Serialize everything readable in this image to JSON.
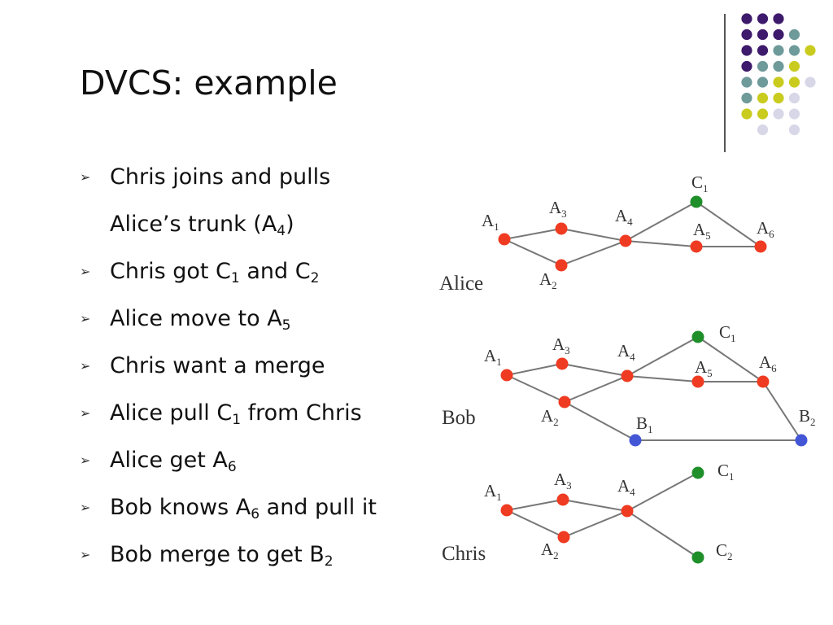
{
  "slide": {
    "title": "DVCS: example"
  },
  "decor": {
    "colors": {
      "purple": "#3d1a6b",
      "teal": "#6e9a9a",
      "yellow": "#c9cc1e",
      "lavender": "#d7d7e8"
    }
  },
  "bullets": [
    {
      "text": "Chris joins and pulls",
      "sub": "",
      "tail": ""
    },
    {
      "text": "Alice’s trunk (A",
      "sub": "4",
      "tail": ")",
      "continuation": true
    },
    {
      "text": "Chris got C",
      "sub": "1",
      "tail": " and C",
      "sub2": "2"
    },
    {
      "text": "Alice move to A",
      "sub": "5",
      "tail": ""
    },
    {
      "text": "Chris want a merge",
      "sub": "",
      "tail": ""
    },
    {
      "text": "Alice pull C",
      "sub": "1",
      "tail": " from Chris"
    },
    {
      "text": "Alice get A",
      "sub": "6",
      "tail": ""
    },
    {
      "text": "Bob knows A",
      "sub": "6",
      "tail": " and pull it"
    },
    {
      "text": "Bob merge to get B",
      "sub": "2",
      "tail": ""
    }
  ],
  "node_colors": {
    "A": "#ef3b22",
    "C": "#1f8f2a",
    "B": "#4356d6"
  },
  "graphs": [
    {
      "owner": "Alice",
      "nodes": [
        {
          "id": "A1",
          "letter": "A",
          "sub": "1",
          "color": "A"
        },
        {
          "id": "A2",
          "letter": "A",
          "sub": "2",
          "color": "A"
        },
        {
          "id": "A3",
          "letter": "A",
          "sub": "3",
          "color": "A"
        },
        {
          "id": "A4",
          "letter": "A",
          "sub": "4",
          "color": "A"
        },
        {
          "id": "C1",
          "letter": "C",
          "sub": "1",
          "color": "C"
        },
        {
          "id": "A5",
          "letter": "A",
          "sub": "5",
          "color": "A"
        },
        {
          "id": "A6",
          "letter": "A",
          "sub": "6",
          "color": "A"
        }
      ],
      "edges": [
        [
          "A1",
          "A3"
        ],
        [
          "A1",
          "A2"
        ],
        [
          "A3",
          "A4"
        ],
        [
          "A2",
          "A4"
        ],
        [
          "A4",
          "C1"
        ],
        [
          "A4",
          "A5"
        ],
        [
          "C1",
          "A6"
        ],
        [
          "A5",
          "A6"
        ]
      ]
    },
    {
      "owner": "Bob",
      "nodes": [
        {
          "id": "A1",
          "letter": "A",
          "sub": "1",
          "color": "A"
        },
        {
          "id": "A2",
          "letter": "A",
          "sub": "2",
          "color": "A"
        },
        {
          "id": "A3",
          "letter": "A",
          "sub": "3",
          "color": "A"
        },
        {
          "id": "A4",
          "letter": "A",
          "sub": "4",
          "color": "A"
        },
        {
          "id": "C1",
          "letter": "C",
          "sub": "1",
          "color": "C"
        },
        {
          "id": "A5",
          "letter": "A",
          "sub": "5",
          "color": "A"
        },
        {
          "id": "A6",
          "letter": "A",
          "sub": "6",
          "color": "A"
        },
        {
          "id": "B1",
          "letter": "B",
          "sub": "1",
          "color": "B"
        },
        {
          "id": "B2",
          "letter": "B",
          "sub": "2",
          "color": "B"
        }
      ],
      "edges": [
        [
          "A1",
          "A3"
        ],
        [
          "A1",
          "A2"
        ],
        [
          "A3",
          "A4"
        ],
        [
          "A2",
          "A4"
        ],
        [
          "A4",
          "C1"
        ],
        [
          "A4",
          "A5"
        ],
        [
          "C1",
          "A6"
        ],
        [
          "A5",
          "A6"
        ],
        [
          "A2",
          "B1"
        ],
        [
          "B1",
          "B2"
        ],
        [
          "A6",
          "B2"
        ]
      ]
    },
    {
      "owner": "Chris",
      "nodes": [
        {
          "id": "A1",
          "letter": "A",
          "sub": "1",
          "color": "A"
        },
        {
          "id": "A2",
          "letter": "A",
          "sub": "2",
          "color": "A"
        },
        {
          "id": "A3",
          "letter": "A",
          "sub": "3",
          "color": "A"
        },
        {
          "id": "A4",
          "letter": "A",
          "sub": "4",
          "color": "A"
        },
        {
          "id": "C1",
          "letter": "C",
          "sub": "1",
          "color": "C"
        },
        {
          "id": "C2",
          "letter": "C",
          "sub": "2",
          "color": "C"
        }
      ],
      "edges": [
        [
          "A1",
          "A3"
        ],
        [
          "A1",
          "A2"
        ],
        [
          "A3",
          "A4"
        ],
        [
          "A2",
          "A4"
        ],
        [
          "A4",
          "C1"
        ],
        [
          "A4",
          "C2"
        ]
      ]
    }
  ]
}
